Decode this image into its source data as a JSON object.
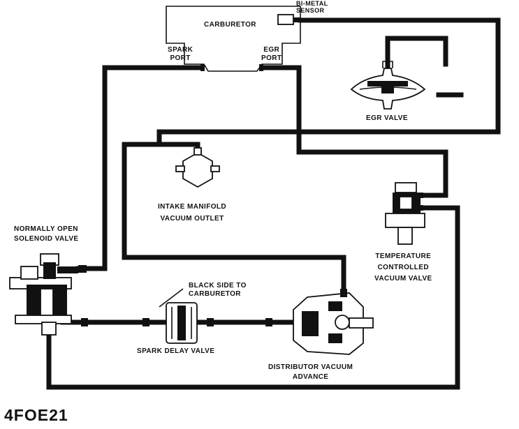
{
  "labels": {
    "carburetor": "CARBURETOR",
    "bimetal_line1": "BI-METAL",
    "bimetal_line2": "SENSOR",
    "spark_port_line1": "SPARK",
    "spark_port_line2": "PORT",
    "egr_port_line1": "EGR",
    "egr_port_line2": "PORT",
    "egr_valve": "EGR VALVE",
    "intake_line1": "INTAKE MANIFOLD",
    "intake_line2": "VACUUM OUTLET",
    "solenoid_line1": "NORMALLY OPEN",
    "solenoid_line2": "SOLENOID VALVE",
    "tcvv_line1": "TEMPERATURE",
    "tcvv_line2": "CONTROLLED",
    "tcvv_line3": "VACUUM VALVE",
    "black_side_line1": "BLACK SIDE TO",
    "black_side_line2": "CARBURETOR",
    "spark_delay": "SPARK DELAY VALVE",
    "dva_line1": "DISTRIBUTOR VACUUM",
    "dva_line2": "ADVANCE"
  },
  "figure_id": "4FOE21"
}
